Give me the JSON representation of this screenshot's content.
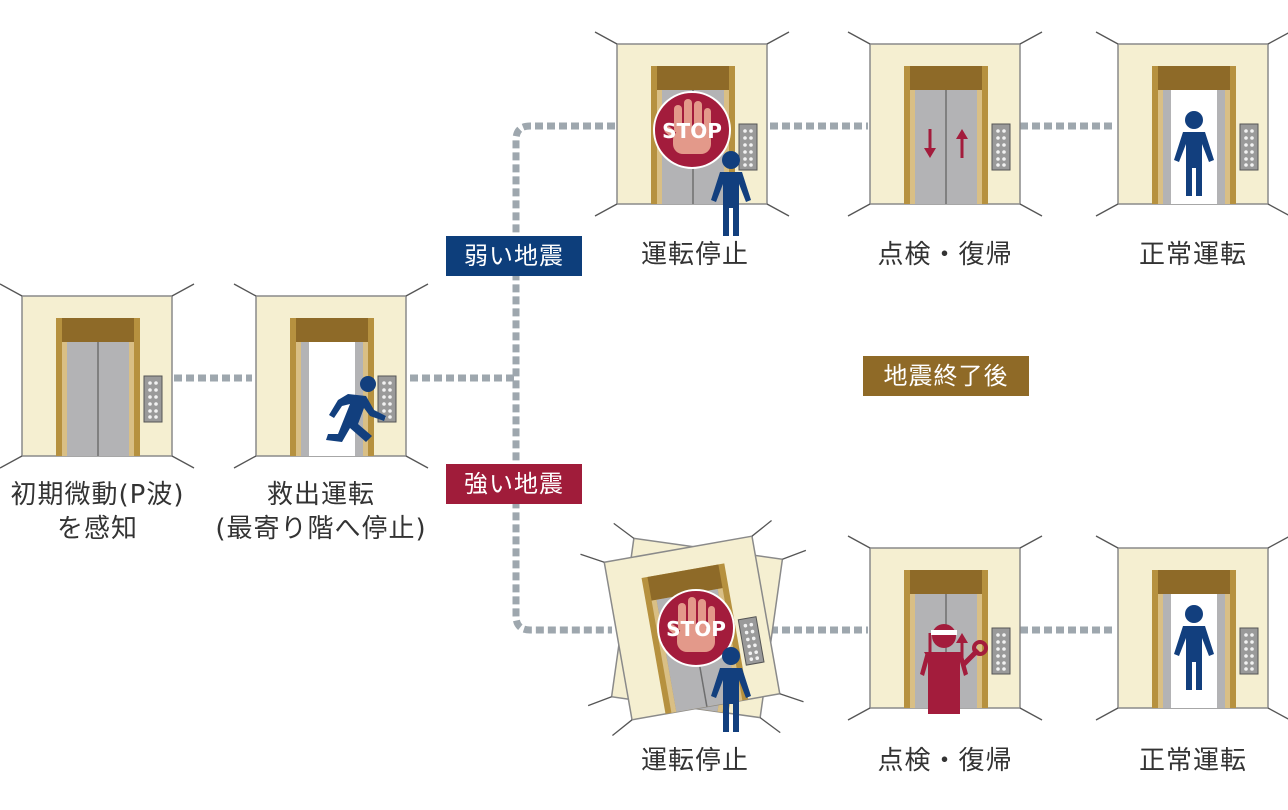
{
  "steps": {
    "detect": {
      "line1": "初期微動(P波)",
      "line2": "を感知"
    },
    "rescue": {
      "line1": "救出運転",
      "line2": "(最寄り階へ停止)"
    },
    "weak_stop": "運転停止",
    "weak_inspect": "点検・復帰",
    "weak_normal": "正常運転",
    "strong_stop": "運転停止",
    "strong_inspect": "点検・復帰",
    "strong_normal": "正常運転"
  },
  "branches": {
    "weak": "弱い地震",
    "strong": "強い地震",
    "after": "地震終了後"
  },
  "stop_sign_text": "STOP",
  "icons": {
    "elevator": "elevator-icon",
    "running_person": "running-person-icon",
    "standing_person": "person-icon",
    "stop_hand": "stop-hand-icon",
    "repair_worker": "repair-worker-icon",
    "arrows": "up-down-arrow-icon"
  },
  "colors": {
    "weak_tag": "#0d3e7b",
    "strong_tag": "#a01c3a",
    "after_tag": "#8f6a27",
    "connector": "#9ea7ae",
    "person": "#123f7e",
    "worker": "#a31c3c",
    "wall": "#f5efd1",
    "door": "#b3b3b5",
    "frame": "#a88a48",
    "text": "#333333"
  }
}
